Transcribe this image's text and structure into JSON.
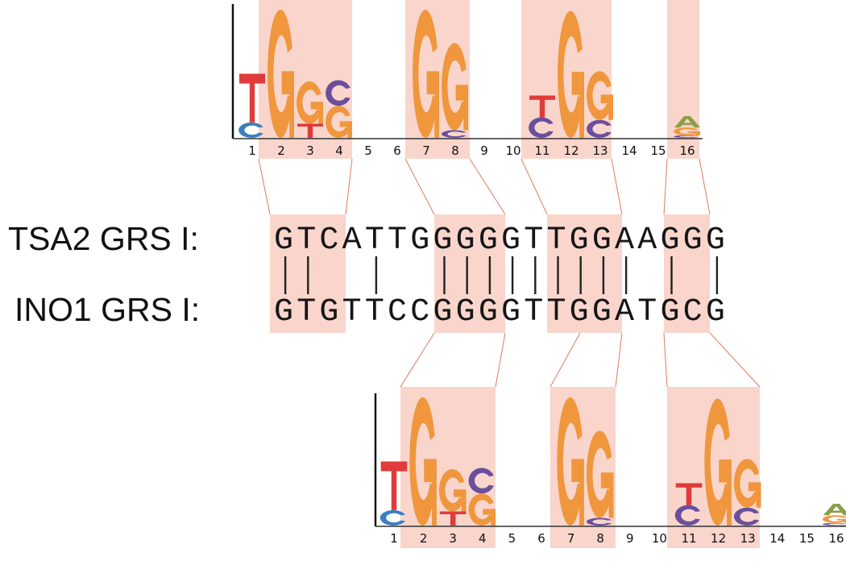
{
  "labels": {
    "tsa2": "TSA2 GRS I:",
    "ino1": "INO1 GRS I:"
  },
  "sequences": {
    "tsa2": "GTCATTGGGGGTTGGAAGGG",
    "ino1": "GTGTTCCGGGGTTGGATGCG"
  },
  "match_positions": [
    1,
    2,
    5,
    8,
    9,
    10,
    11,
    12,
    13,
    14,
    15,
    16,
    18,
    20
  ],
  "sequence_highlights": [
    [
      1,
      3
    ],
    [
      8,
      10
    ],
    [
      13,
      15
    ],
    [
      18,
      19
    ]
  ],
  "colors": {
    "highlight": "#f9d5cc",
    "connector": "#e07a5f",
    "G": "#f0963c",
    "T": "#e03a3a",
    "C": "#6a4f9c",
    "C_pos1": "#3a7fc0",
    "A": "#8aa048"
  },
  "logos": [
    {
      "id": "top",
      "positions": [
        "1",
        "2",
        "3",
        "4",
        "5",
        "6",
        "7",
        "8",
        "9",
        "10",
        "11",
        "12",
        "13",
        "14",
        "15",
        "16"
      ],
      "highlighted": [
        [
          2,
          4
        ],
        [
          7,
          8
        ],
        [
          11,
          13
        ],
        [
          16,
          16
        ]
      ],
      "stacks": {
        "1": [
          [
            "C",
            0.12
          ],
          [
            "T",
            0.38
          ]
        ],
        "2": [
          [
            "G",
            1.0
          ]
        ],
        "3": [
          [
            "T",
            0.11
          ],
          [
            "G",
            0.33
          ]
        ],
        "4": [
          [
            "G",
            0.25
          ],
          [
            "C",
            0.2
          ]
        ],
        "7": [
          [
            "G",
            1.0
          ]
        ],
        "8": [
          [
            "C",
            0.06
          ],
          [
            "G",
            0.68
          ]
        ],
        "11": [
          [
            "C",
            0.16
          ],
          [
            "T",
            0.17
          ]
        ],
        "12": [
          [
            "G",
            0.99
          ]
        ],
        "13": [
          [
            "C",
            0.14
          ],
          [
            "G",
            0.38
          ]
        ],
        "16": [
          [
            "C",
            0.02
          ],
          [
            "G",
            0.06
          ],
          [
            "A",
            0.09
          ]
        ]
      }
    },
    {
      "id": "bottom",
      "positions": [
        "1",
        "2",
        "3",
        "4",
        "5",
        "6",
        "7",
        "8",
        "9",
        "10",
        "11",
        "12",
        "13",
        "14",
        "15",
        "16"
      ],
      "highlighted": [
        [
          2,
          4
        ],
        [
          7,
          8
        ],
        [
          11,
          13
        ]
      ],
      "stacks": {
        "1": [
          [
            "C",
            0.12
          ],
          [
            "T",
            0.38
          ]
        ],
        "2": [
          [
            "G",
            1.0
          ]
        ],
        "3": [
          [
            "T",
            0.11
          ],
          [
            "G",
            0.33
          ]
        ],
        "4": [
          [
            "G",
            0.25
          ],
          [
            "C",
            0.2
          ]
        ],
        "7": [
          [
            "G",
            1.0
          ]
        ],
        "8": [
          [
            "C",
            0.06
          ],
          [
            "G",
            0.68
          ]
        ],
        "11": [
          [
            "C",
            0.16
          ],
          [
            "T",
            0.17
          ]
        ],
        "12": [
          [
            "G",
            0.99
          ]
        ],
        "13": [
          [
            "C",
            0.14
          ],
          [
            "G",
            0.38
          ]
        ],
        "16": [
          [
            "C",
            0.02
          ],
          [
            "G",
            0.06
          ],
          [
            "A",
            0.09
          ]
        ]
      }
    }
  ]
}
